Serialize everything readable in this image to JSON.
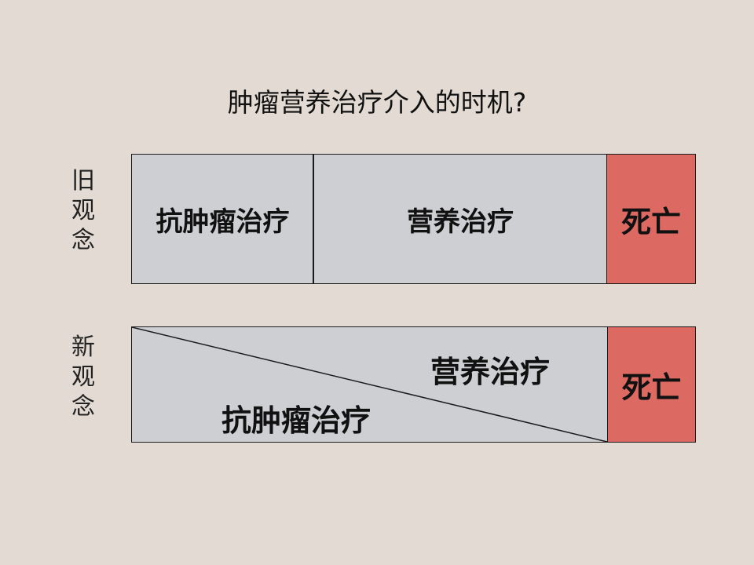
{
  "title": "肿瘤营养治疗介入的时机?",
  "old_concept": {
    "label": "旧\n观\n念",
    "label_chars": [
      "旧",
      "观",
      "念"
    ],
    "segments": [
      {
        "label": "抗肿瘤治疗"
      },
      {
        "label": "营养治疗"
      },
      {
        "label": "死亡"
      }
    ]
  },
  "new_concept": {
    "label_chars": [
      "新",
      "观",
      "念"
    ],
    "upper_label": "营养治疗",
    "lower_label": "抗肿瘤治疗",
    "end_label": "死亡"
  },
  "colors": {
    "background": "#e3dbd3",
    "box_fill": "#cecfd3",
    "death_fill": "#dc6962",
    "border": "#1a1a1a"
  }
}
